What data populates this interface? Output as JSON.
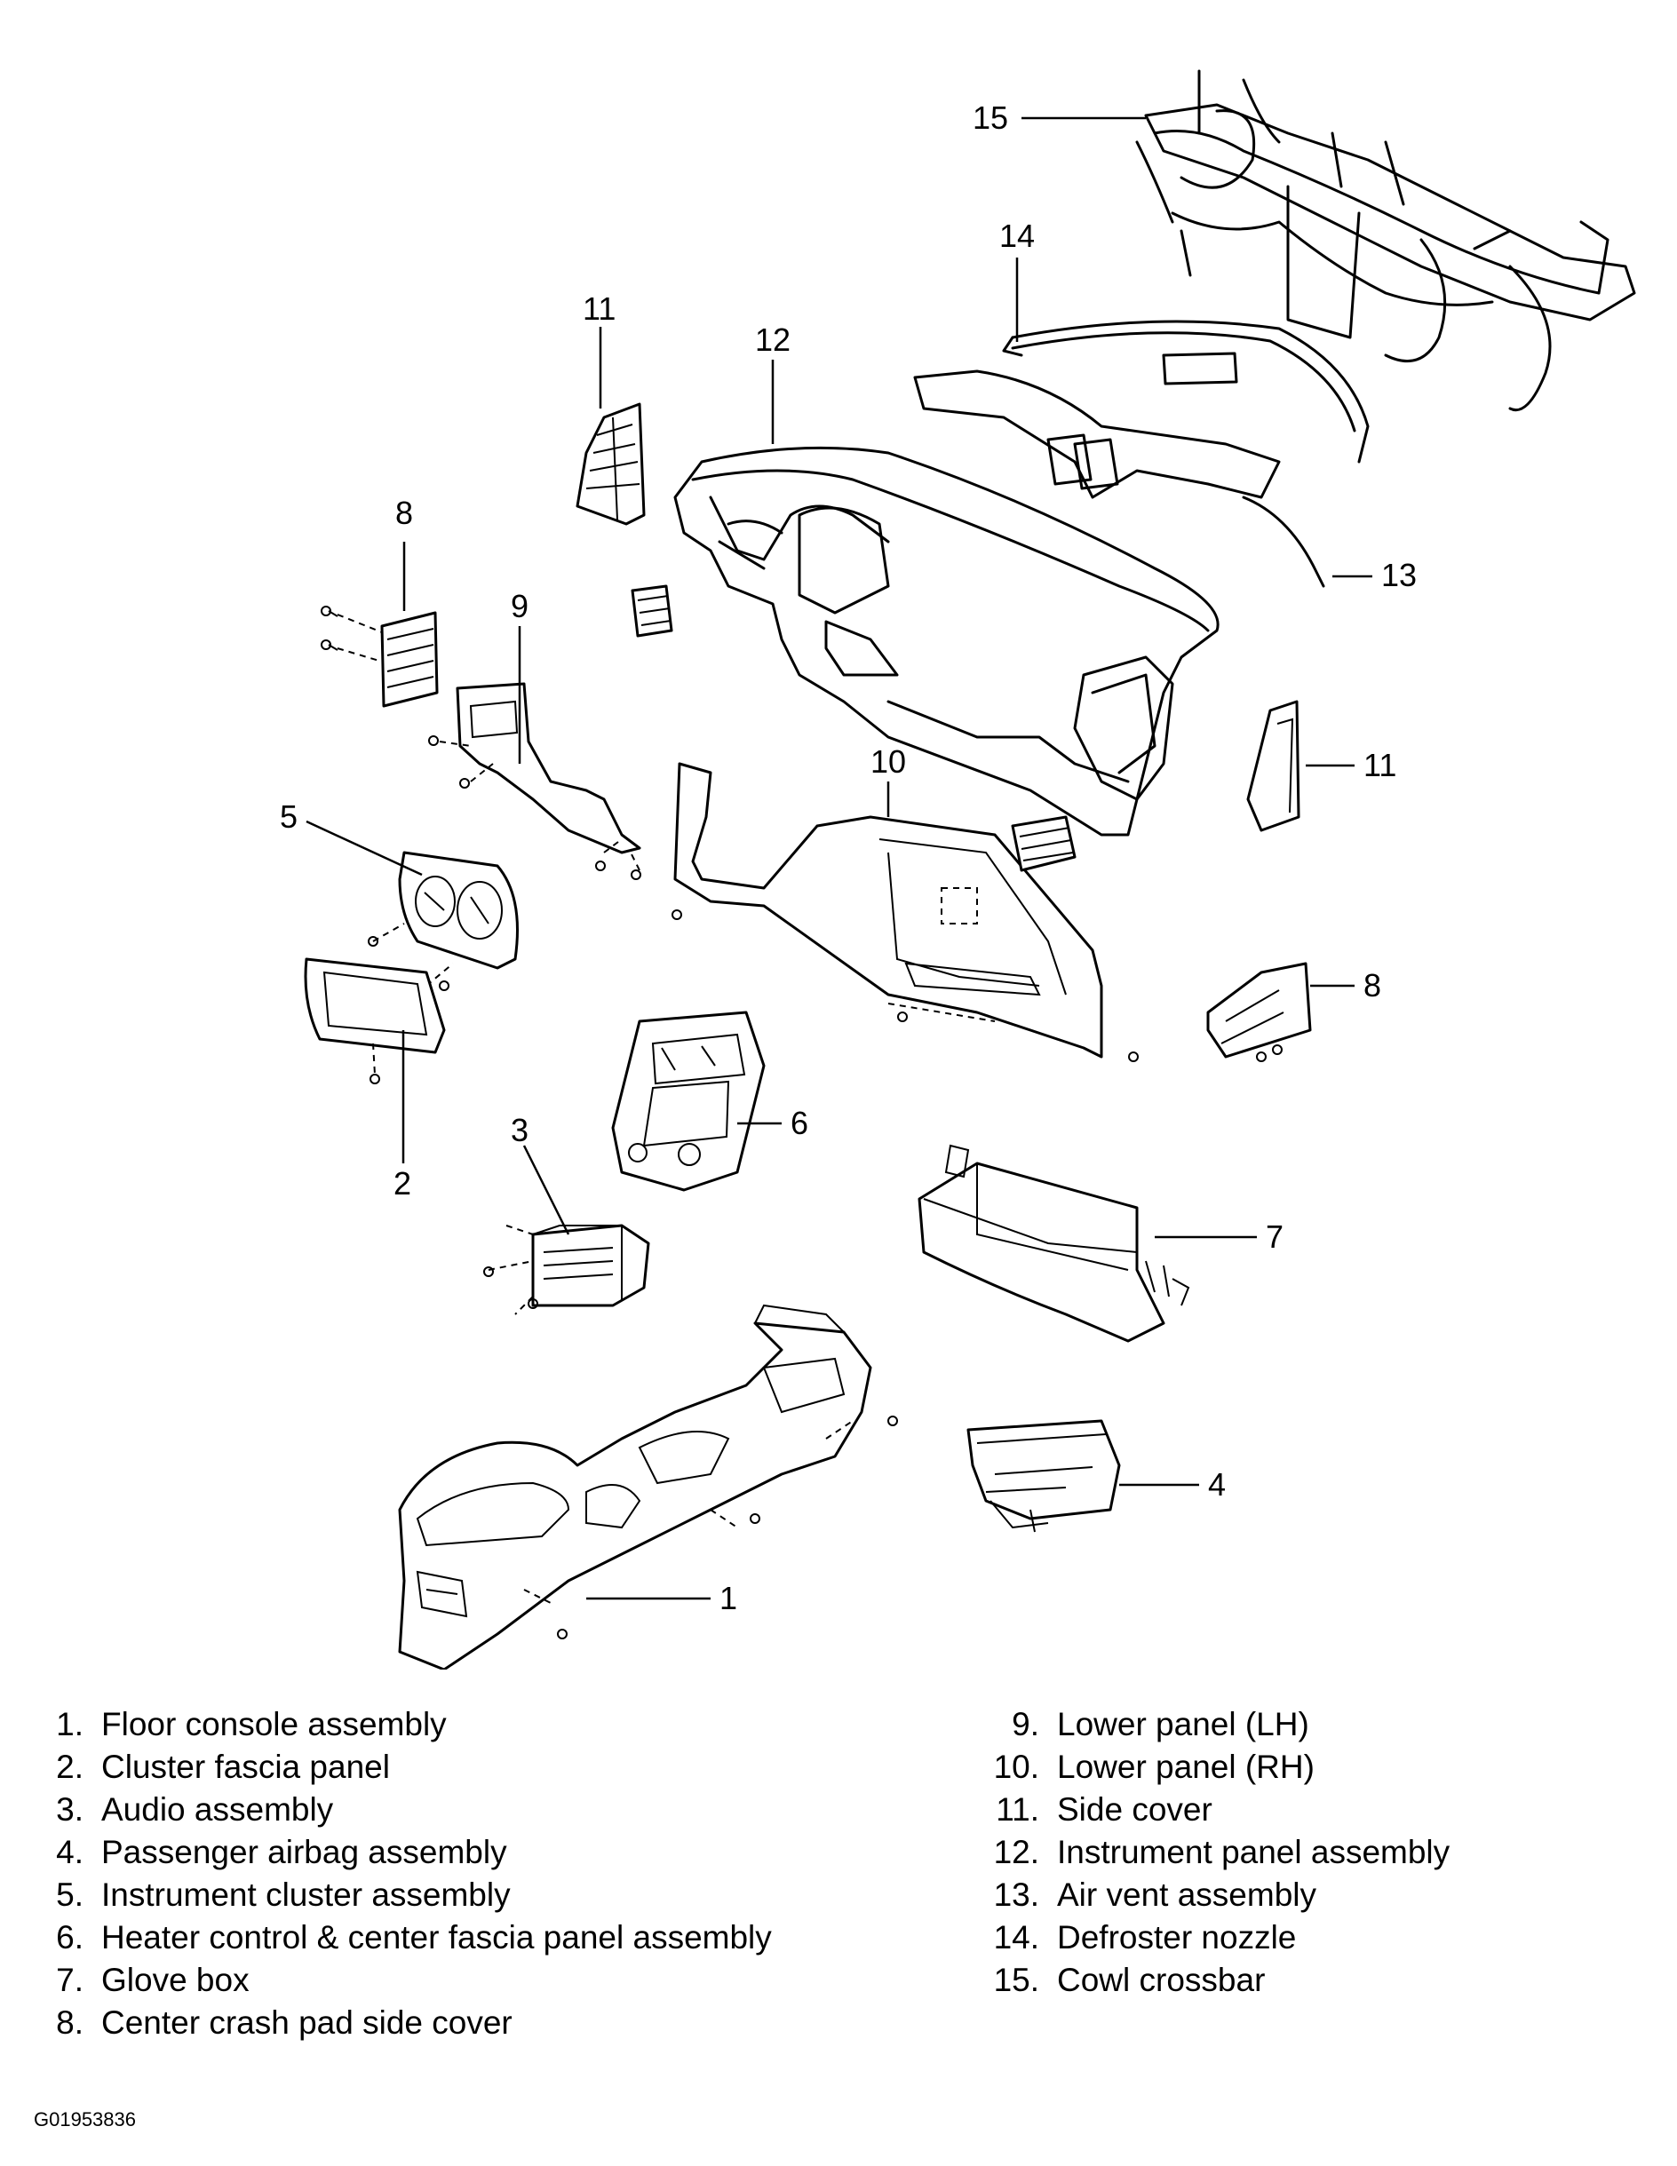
{
  "callouts": [
    "1",
    "2",
    "3",
    "4",
    "5",
    "6",
    "7",
    "8",
    "8",
    "9",
    "10",
    "11",
    "11",
    "12",
    "13",
    "14",
    "15"
  ],
  "legend": [
    {
      "num": "1.",
      "label": "Floor console assembly"
    },
    {
      "num": "2.",
      "label": "Cluster fascia panel"
    },
    {
      "num": "3.",
      "label": "Audio assembly"
    },
    {
      "num": "4.",
      "label": "Passenger airbag assembly"
    },
    {
      "num": "5.",
      "label": "Instrument cluster assembly"
    },
    {
      "num": "6.",
      "label": "Heater control & center fascia panel assembly"
    },
    {
      "num": "7.",
      "label": "Glove box"
    },
    {
      "num": "8.",
      "label": "Center crash pad side cover"
    },
    {
      "num": "9.",
      "label": "Lower panel (LH)"
    },
    {
      "num": "10.",
      "label": "Lower panel (RH)"
    },
    {
      "num": "11.",
      "label": "Side cover"
    },
    {
      "num": "12.",
      "label": "Instrument panel assembly"
    },
    {
      "num": "13.",
      "label": "Air vent assembly"
    },
    {
      "num": "14.",
      "label": "Defroster nozzle"
    },
    {
      "num": "15.",
      "label": "Cowl crossbar"
    }
  ],
  "figure_code": "G01953836"
}
